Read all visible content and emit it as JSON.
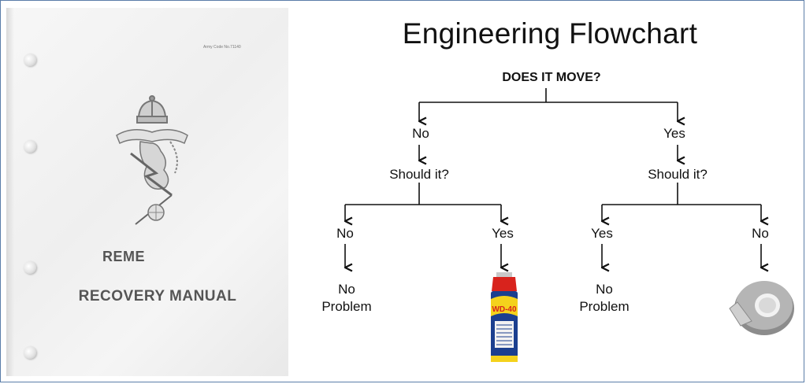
{
  "cover": {
    "army_code": "Army Code No.71140",
    "title_line1": "REME",
    "title_line2": "RECOVERY MANUAL"
  },
  "flowchart": {
    "title": "Engineering Flowchart",
    "root": "DOES IT MOVE?",
    "left_answer": "No",
    "left_question": "Should it?",
    "left_left_answer": "No",
    "left_left_result_line1": "No",
    "left_left_result_line2": "Problem",
    "left_right_answer": "Yes",
    "left_right_result_icon": "wd40-can-icon",
    "right_answer": "Yes",
    "right_question": "Should it?",
    "right_left_answer": "Yes",
    "right_left_result_line1": "No",
    "right_left_result_line2": "Problem",
    "right_right_answer": "No",
    "right_right_result_icon": "duct-tape-roll-icon",
    "wd40_label": "WD-40"
  }
}
